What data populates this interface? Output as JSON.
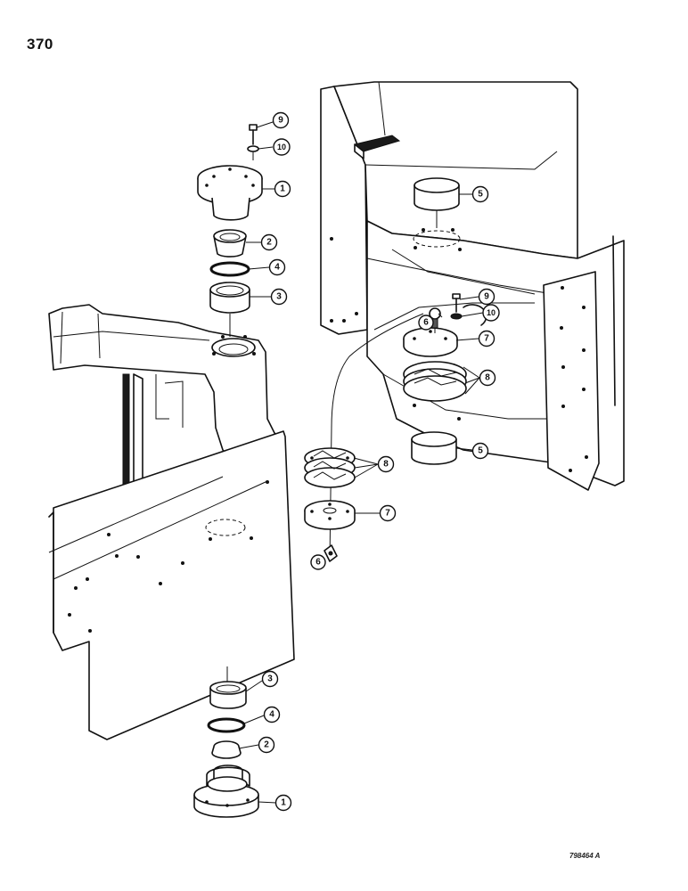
{
  "page_number": "370",
  "figure_code": "798464 A",
  "callouts": {
    "c1": "1",
    "c2": "2",
    "c3": "3",
    "c4": "4",
    "c5": "5",
    "c6": "6",
    "c7": "7",
    "c8": "8",
    "c9": "9",
    "c10": "10"
  }
}
